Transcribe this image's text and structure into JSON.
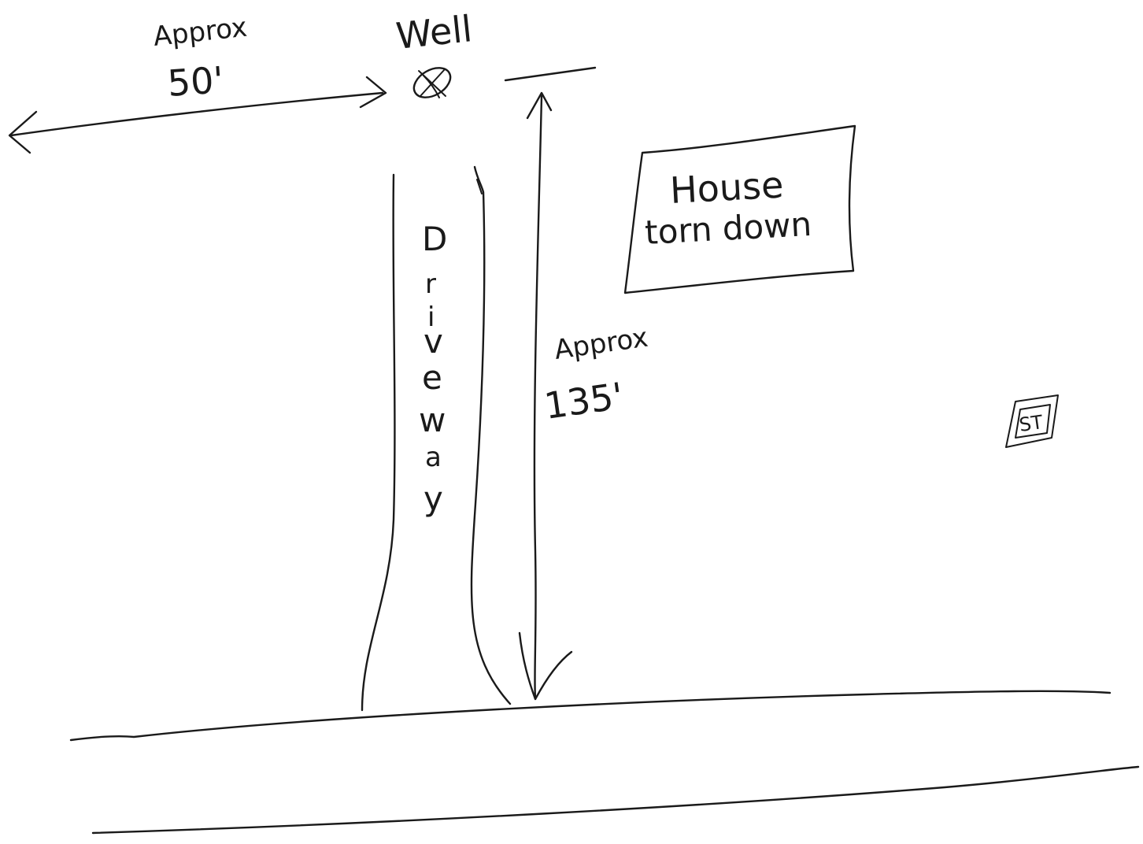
{
  "labels": {
    "well": "Well",
    "approx_top": "Approx",
    "approx_top_distance": "50'",
    "approx_side": "Approx",
    "approx_side_distance": "135'",
    "house_line1": "House",
    "house_line2": "torn down",
    "driveway_letters": [
      "D",
      "r",
      "i",
      "v",
      "e",
      "w",
      "a",
      "y"
    ],
    "initials": "ST"
  },
  "colors": {
    "ink": "#1a1a1a",
    "paper": "#ffffff"
  }
}
